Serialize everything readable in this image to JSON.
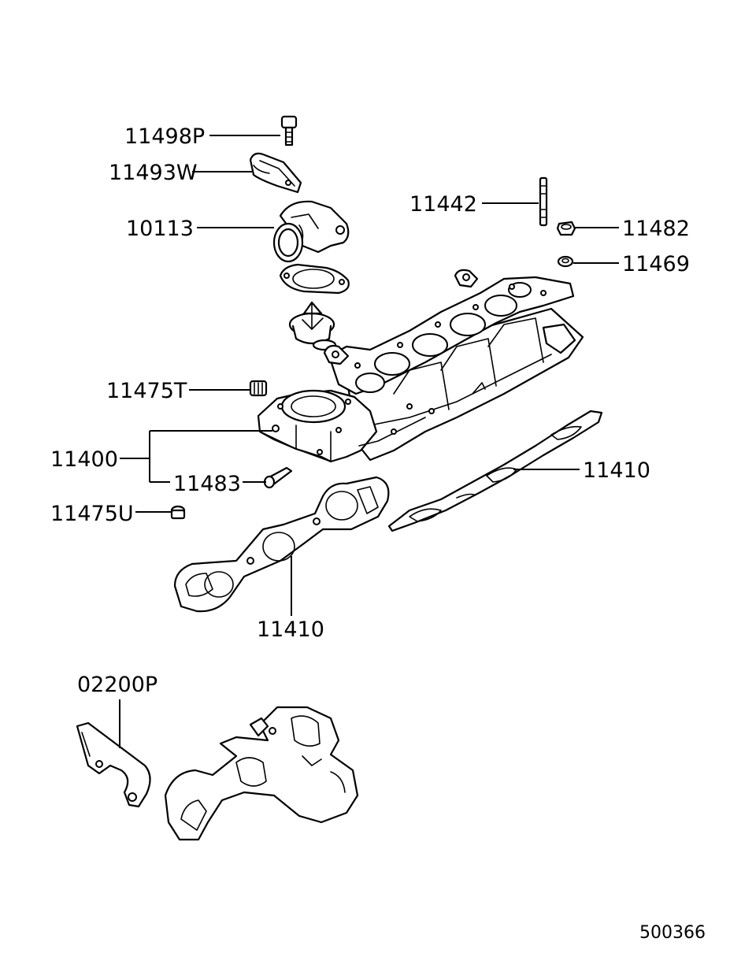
{
  "diagram": {
    "figure_number": "500366",
    "parts": [
      {
        "id": "p-11498P",
        "label": "11498P"
      },
      {
        "id": "p-11493W",
        "label": "11493W"
      },
      {
        "id": "p-10113",
        "label": "10113"
      },
      {
        "id": "p-11442",
        "label": "11442"
      },
      {
        "id": "p-11482",
        "label": "11482"
      },
      {
        "id": "p-11469",
        "label": "11469"
      },
      {
        "id": "p-11475T",
        "label": "11475T"
      },
      {
        "id": "p-11400",
        "label": "11400"
      },
      {
        "id": "p-11483",
        "label": "11483"
      },
      {
        "id": "p-11410-right",
        "label": "11410"
      },
      {
        "id": "p-11475U",
        "label": "11475U"
      },
      {
        "id": "p-11410-lower",
        "label": "11410"
      },
      {
        "id": "p-02200P",
        "label": "02200P"
      }
    ]
  }
}
